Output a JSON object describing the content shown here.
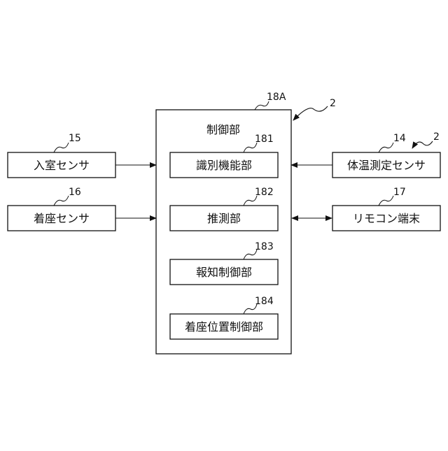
{
  "controller": {
    "ref": "18A",
    "title": "制御部",
    "system_ref": "2"
  },
  "modules": [
    {
      "label": "識別機能部",
      "ref": "181"
    },
    {
      "label": "推測部",
      "ref": "182"
    },
    {
      "label": "報知制御部",
      "ref": "183"
    },
    {
      "label": "着座位置制御部",
      "ref": "184"
    }
  ],
  "left_devices": [
    {
      "label": "入室センサ",
      "ref": "15"
    },
    {
      "label": "着座センサ",
      "ref": "16"
    }
  ],
  "right_devices": [
    {
      "label": "体温測定センサ",
      "ref": "14",
      "extra_ref": "2"
    },
    {
      "label": "リモコン端末",
      "ref": "17"
    }
  ]
}
